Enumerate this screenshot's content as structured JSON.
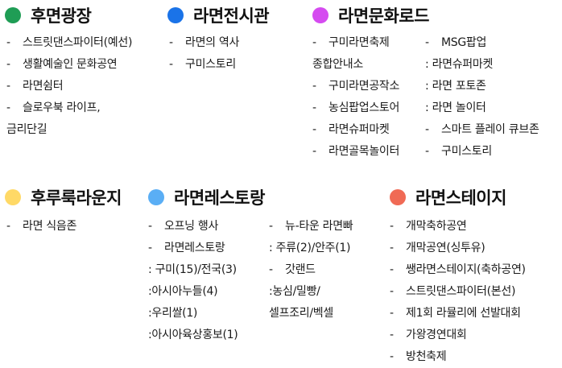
{
  "zones": [
    {
      "title": "후면광장",
      "color": "#1f9d55",
      "items": [
        {
          "text": "스트릿댄스파이터(예선)",
          "bullet": true
        },
        {
          "text": "생활예술인 문화공연",
          "bullet": true
        },
        {
          "text": "라면쉼터",
          "bullet": true
        },
        {
          "text": "슬로우북 라이프,",
          "bullet": true
        },
        {
          "text": "금리단길",
          "bullet": false
        }
      ]
    },
    {
      "title": "라면전시관",
      "color": "#1a73e8",
      "items": [
        {
          "text": "라면의 역사",
          "bullet": true
        },
        {
          "text": "구미스토리",
          "bullet": true
        }
      ]
    },
    {
      "title": "라면문화로드",
      "color": "#d54bf0",
      "col1": [
        {
          "text": "구미라면축제",
          "bullet": true
        },
        {
          "text": "종합안내소",
          "bullet": false
        },
        {
          "text": "구미라면공작소",
          "bullet": true
        },
        {
          "text": "농심팝업스토어",
          "bullet": true
        },
        {
          "text": "라면슈퍼마켓",
          "bullet": true
        },
        {
          "text": "라면골목놀이터",
          "bullet": true
        }
      ],
      "col2": [
        {
          "text": "MSG팝업",
          "bullet": true
        },
        {
          "text": ": 라면슈퍼마켓",
          "bullet": false
        },
        {
          "text": ": 라면 포토존",
          "bullet": false
        },
        {
          "text": ": 라면 놀이터",
          "bullet": false
        },
        {
          "text": "스마트 플레이 큐브존",
          "bullet": true
        },
        {
          "text": "구미스토리",
          "bullet": true
        }
      ]
    },
    {
      "title": "후루룩라운지",
      "color": "#ffd966",
      "items": [
        {
          "text": "라면 식음존",
          "bullet": true
        }
      ]
    },
    {
      "title": "라면레스토랑",
      "color": "#5aaef5",
      "col1": [
        {
          "text": "오프닝 행사",
          "bullet": true
        },
        {
          "text": "라면레스토랑",
          "bullet": true
        },
        {
          "text": ": 구미(15)/전국(3)",
          "bullet": false
        },
        {
          "text": ":아시아누들(4)",
          "bullet": false
        },
        {
          "text": ":우리쌀(1)",
          "bullet": false
        },
        {
          "text": ":아시아육상홍보(1)",
          "bullet": false
        }
      ],
      "col2": [
        {
          "text": "뉴-타운 라면빠",
          "bullet": true
        },
        {
          "text": ": 주류(2)/안주(1)",
          "bullet": false
        },
        {
          "text": "갓랜드",
          "bullet": true
        },
        {
          "text": ":농심/밀빵/",
          "bullet": false
        },
        {
          "text": "셀프조리/벡셀",
          "bullet": false
        }
      ]
    },
    {
      "title": "라면스테이지",
      "color": "#f06a55",
      "items": [
        {
          "text": "개막축하공연",
          "bullet": true
        },
        {
          "text": "개막공연(싱투유)",
          "bullet": true
        },
        {
          "text": "쌩라면스테이지(축하공연)",
          "bullet": true
        },
        {
          "text": "스트릿댄스파이터(본선)",
          "bullet": true
        },
        {
          "text": "제1회 라뮬리에 선발대회",
          "bullet": true
        },
        {
          "text": "가왕경연대회",
          "bullet": true
        },
        {
          "text": "방천축제",
          "bullet": true
        }
      ]
    }
  ]
}
